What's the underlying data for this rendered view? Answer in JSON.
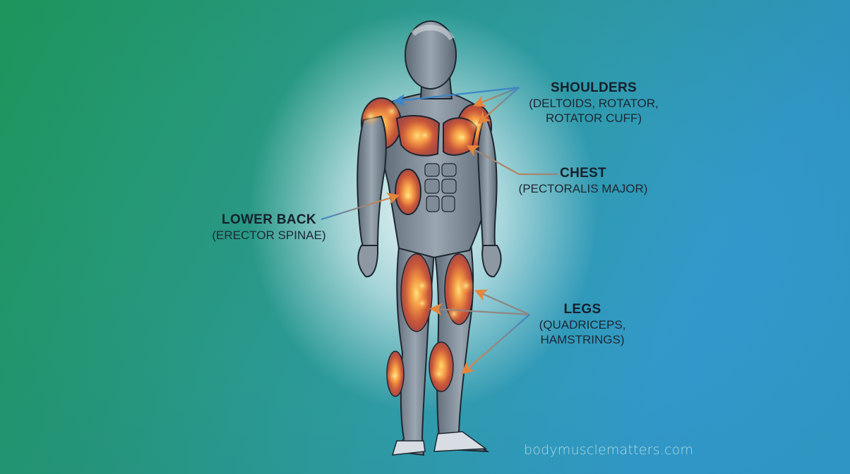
{
  "diagram": {
    "subject": "human-muscle-anatomy-figure",
    "colors": {
      "background_green": "#1f9a5c",
      "background_blue": "#349bd6",
      "center_glow": "#eef7f8",
      "muscle_highlight": "#e8743a",
      "arrow_orange": "#e8853a",
      "arrow_blue": "#3a86c8",
      "label_text": "#15202b"
    },
    "labels": {
      "shoulders": {
        "title": "SHOULDERS",
        "line1": "(DELTOIDS, ROTATOR,",
        "line2": "ROTATOR CUFF)"
      },
      "chest": {
        "title": "CHEST",
        "line1": "(PECTORALIS MAJOR)"
      },
      "lower_back": {
        "title": "LOWER BACK",
        "line1": "(ERECTOR SPINAE)"
      },
      "legs": {
        "title": "LEGS",
        "line1": "(QUADRICEPS,",
        "line2": "HAMSTRINGS)"
      }
    },
    "watermark": "bodymusclematters.com"
  }
}
